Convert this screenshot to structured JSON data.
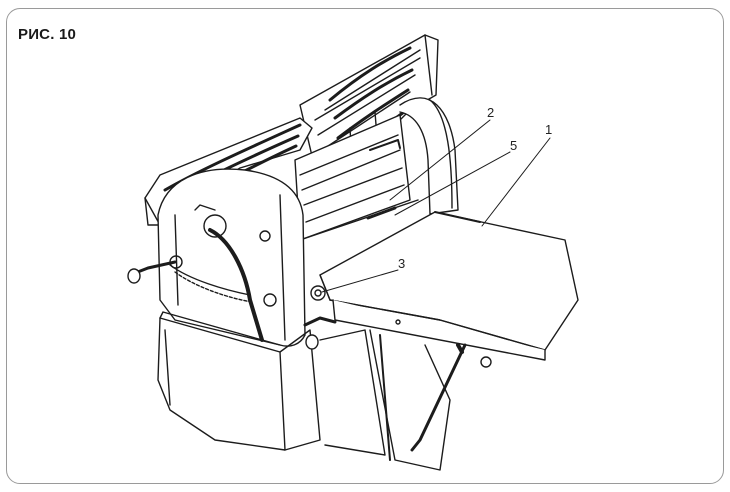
{
  "figure": {
    "title": "РИС. 10",
    "callouts": [
      "1",
      "2",
      "3",
      "5"
    ]
  },
  "colors": {
    "line": "#1c1c1c",
    "frame": "#9a9a9a",
    "background": "#ffffff"
  }
}
